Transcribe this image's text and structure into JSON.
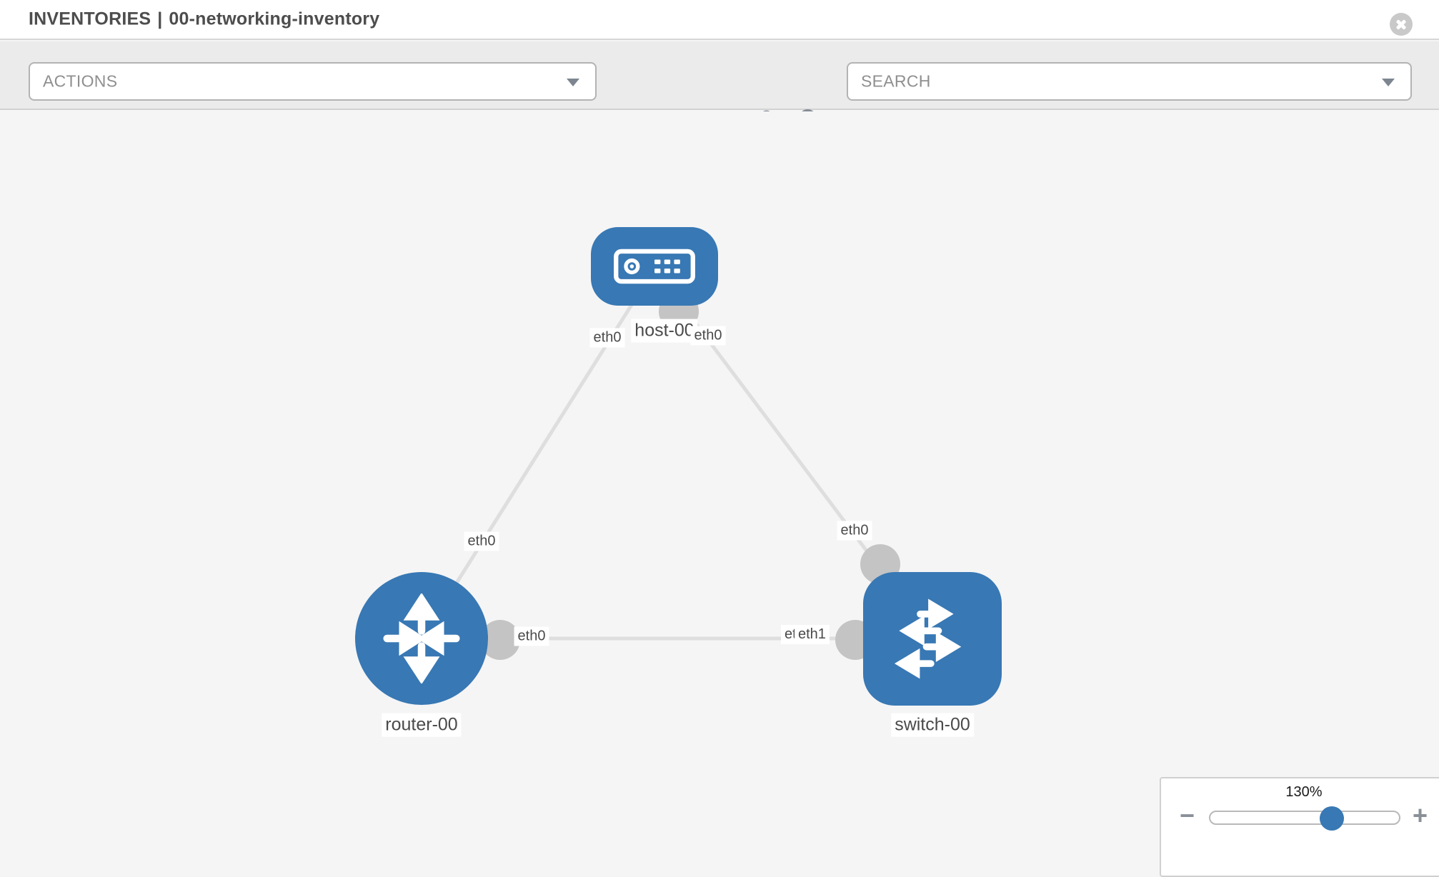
{
  "header": {
    "section": "INVENTORIES",
    "separator": "|",
    "inventory_name": "00-networking-inventory"
  },
  "toolbar": {
    "actions_label": "ACTIONS",
    "search_placeholder": "SEARCH",
    "icons": [
      "wrench-icon",
      "key-icon"
    ]
  },
  "topology": {
    "nodes": [
      {
        "id": "host-00",
        "label": "host-00",
        "type": "host"
      },
      {
        "id": "router-00",
        "label": "router-00",
        "type": "router"
      },
      {
        "id": "switch-00",
        "label": "switch-00",
        "type": "switch"
      }
    ],
    "links": [
      {
        "from": "host-00",
        "to": "router-00",
        "from_interface": "eth0",
        "to_interface": "eth0"
      },
      {
        "from": "host-00",
        "to": "switch-00",
        "from_interface": "eth0",
        "to_interface": "eth0"
      },
      {
        "from": "router-00",
        "to": "switch-00",
        "from_interface": "eth0",
        "to_interface": "eth1"
      }
    ],
    "hidden_label": "eth0"
  },
  "zoom_control": {
    "level": "130%",
    "minus_symbol": "−",
    "plus_symbol": "+"
  },
  "colors": {
    "node_blue": "#3878b4",
    "link_gray": "#dedede",
    "dot_gray": "#c4c4c4",
    "canvas_bg": "#f5f5f5",
    "toolbar_bg": "#ebebeb"
  }
}
